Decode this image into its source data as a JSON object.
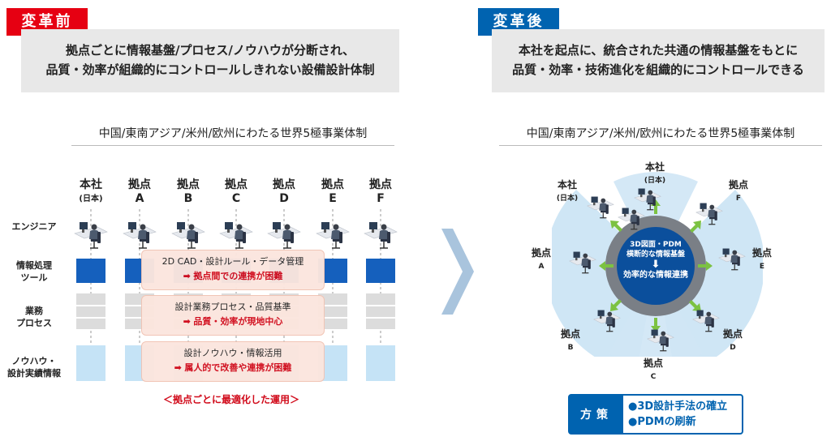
{
  "before": {
    "tag": "変革前",
    "headline": [
      "拠点ごとに情報基盤/プロセス/ノウハウが分断され、",
      "品質・効率が組織的にコントロールしきれない設備設計体制"
    ],
    "subtitle": "中国/東南アジア/米州/欧州にわたる世界5極事業体制",
    "columns": [
      {
        "l1": "本社",
        "l2": "(日本)"
      },
      {
        "l1": "拠点",
        "l2": "A"
      },
      {
        "l1": "拠点",
        "l2": "B"
      },
      {
        "l1": "拠点",
        "l2": "C"
      },
      {
        "l1": "拠点",
        "l2": "D"
      },
      {
        "l1": "拠点",
        "l2": "E"
      },
      {
        "l1": "拠点",
        "l2": "F"
      }
    ],
    "rows": [
      {
        "l1": "エンジニア",
        "l2": ""
      },
      {
        "l1": "情報処理",
        "l2": "ツール"
      },
      {
        "l1": "業務",
        "l2": "プロセス"
      },
      {
        "l1": "ノウハウ・",
        "l2": "設計実績情報"
      }
    ],
    "overlays": [
      {
        "line1": "2D CAD・設計ルール・データ管理",
        "arrow": "➡",
        "line2": "拠点間での連携が困難"
      },
      {
        "line1": "設計業務プロセス・品質基準",
        "arrow": "➡",
        "line2": "品質・効率が現地中心"
      },
      {
        "line1": "設計ノウハウ・情報活用",
        "arrow": "➡",
        "line2": "属人的で改善や連携が困難"
      }
    ],
    "note": "＜拠点ごとに最適化した運用＞"
  },
  "after": {
    "tag": "変革後",
    "headline": [
      "本社を起点に、統合された共通の情報基盤をもとに",
      "品質・効率・技術進化を組織的にコントロールできる"
    ],
    "subtitle": "中国/東南アジア/米州/欧州にわたる世界5極事業体制",
    "hub": {
      "line1": "3D図面・PDM",
      "line2": "横断的な情報基盤",
      "arrow": "⬇",
      "line3": "効率的な情報連携"
    },
    "nodes": [
      {
        "l1": "本社",
        "l2": "(日本)"
      },
      {
        "l1": "本社",
        "l2": "(日本)"
      },
      {
        "l1": "拠点",
        "l2": "F"
      },
      {
        "l1": "拠点",
        "l2": "A"
      },
      {
        "l1": "拠点",
        "l2": "E"
      },
      {
        "l1": "拠点",
        "l2": "B"
      },
      {
        "l1": "拠点",
        "l2": "D"
      },
      {
        "l1": "拠点",
        "l2": "C"
      }
    ],
    "measure": {
      "label": "方策",
      "items": [
        "●3D設計手法の確立",
        "●PDMの刷新"
      ]
    }
  },
  "colors": {
    "red": "#e60012",
    "blue": "#0063b0",
    "tool": "#1560bd",
    "knowhow": "#c5e3f6",
    "ring": "#7a7f86",
    "fan": "#cfe6f5",
    "arrow": "#7cc242"
  }
}
